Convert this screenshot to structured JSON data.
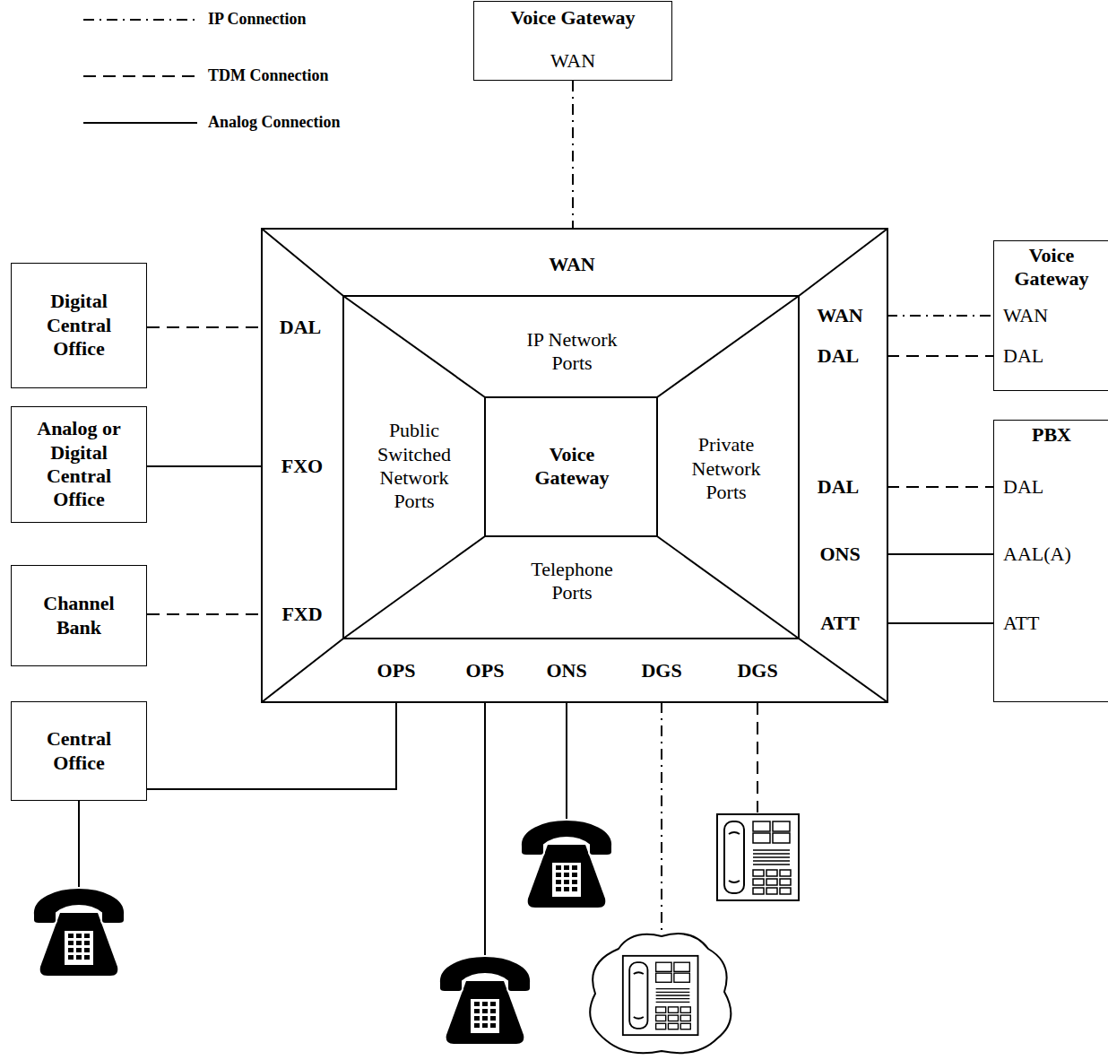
{
  "diagram": {
    "nodes": [
      {
        "text": [
          "Voice Gateway",
          "WAN"
        ]
      },
      {
        "text": [
          "WAN"
        ]
      },
      {
        "text": [
          "Voice Gateway",
          "WAN",
          "DAL"
        ]
      },
      {
        "text": [
          "Digital Central Office"
        ]
      },
      {
        "text": [
          "DAL"
        ]
      },
      {
        "text": [
          "IP Network Ports"
        ]
      },
      {
        "text": [
          "WAN"
        ]
      },
      {
        "text": [
          "DAL"
        ]
      },
      {
        "text": [
          "Public Switched Network Ports"
        ]
      },
      {
        "text": [
          "Voice Gateway"
        ]
      },
      {
        "text": [
          "Private Network Ports"
        ]
      },
      {
        "text": [
          "Analog or Digital Central Office"
        ]
      },
      {
        "text": [
          "FXO"
        ]
      },
      {
        "text": [
          "PBX",
          "DAL",
          "AAL(A)",
          "ATT"
        ]
      },
      {
        "text": [
          "DAL"
        ]
      },
      {
        "text": [
          "ONS"
        ]
      },
      {
        "text": [
          "Channel Bank"
        ]
      },
      {
        "text": [
          "FXD"
        ]
      },
      {
        "text": [
          "Telephone Ports"
        ]
      },
      {
        "text": [
          "ATT"
        ]
      },
      {
        "text": [
          "OPS"
        ]
      },
      {
        "text": [
          "OPS"
        ]
      },
      {
        "text": [
          "ONS"
        ]
      },
      {
        "text": [
          "DGS"
        ]
      },
      {
        "text": [
          "DGS"
        ]
      },
      {
        "text": [
          "Central Office"
        ]
      }
    ],
    "edges": [
      {
        "from": 0,
        "to": 1,
        "arrow": "none"
      },
      {
        "from": 3,
        "to": 4,
        "arrow": "none"
      },
      {
        "from": 6,
        "to": 2,
        "arrow": "none"
      },
      {
        "from": 7,
        "to": 2,
        "arrow": "none"
      },
      {
        "from": 11,
        "to": 12,
        "arrow": "none"
      },
      {
        "from": 14,
        "to": 13,
        "arrow": "none"
      },
      {
        "from": 15,
        "to": 13,
        "arrow": "none"
      },
      {
        "from": 19,
        "to": 13,
        "arrow": "none"
      },
      {
        "from": 16,
        "to": 17,
        "arrow": "none"
      },
      {
        "from": 20,
        "to": 25,
        "arrow": "none"
      }
    ],
    "legend": [
      {
        "text": "IP Connection"
      },
      {
        "text": "TDM Connection"
      },
      {
        "text": "Analog Connection"
      }
    ]
  }
}
